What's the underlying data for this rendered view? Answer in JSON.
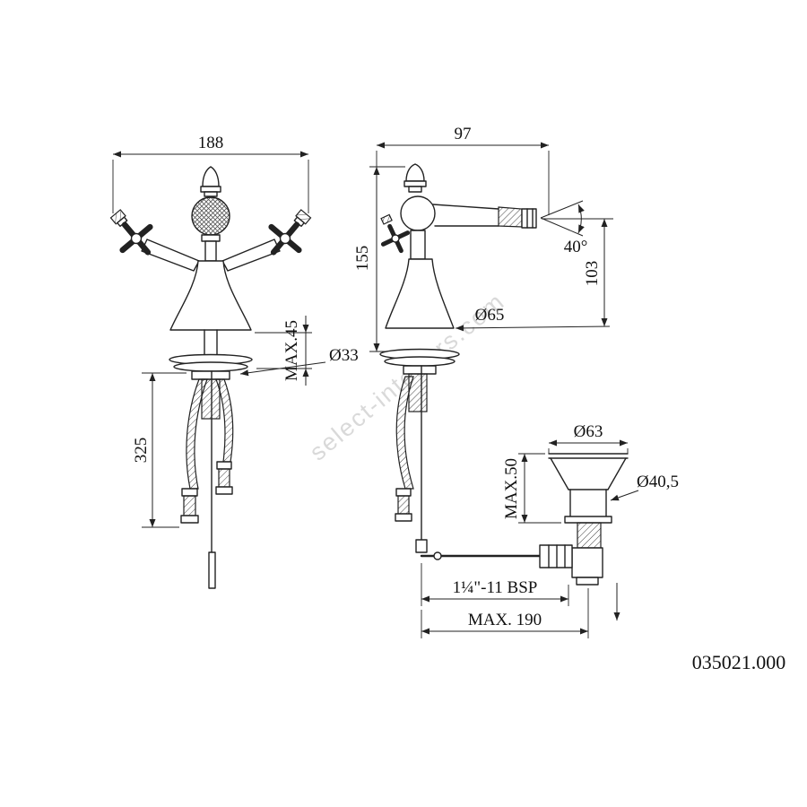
{
  "sheet": {
    "product_code": "035021.000",
    "watermark": "select-interiors.com"
  },
  "front_view": {
    "dims": {
      "overall_width": "188",
      "deck_thickness": "MAX.45",
      "shank_diameter": "Ø33",
      "hose_length": "325"
    }
  },
  "side_view": {
    "dims": {
      "spout_reach": "97",
      "body_height": "155",
      "spray_angle": "40°",
      "outlet_height": "103",
      "base_diameter": "Ø65"
    }
  },
  "waste_assembly": {
    "dims": {
      "top_diameter": "Ø63",
      "cap_height": "MAX.50",
      "body_diameter": "Ø40,5",
      "thread": "1¼\"-11 BSP",
      "max_reach": "MAX. 190"
    }
  }
}
